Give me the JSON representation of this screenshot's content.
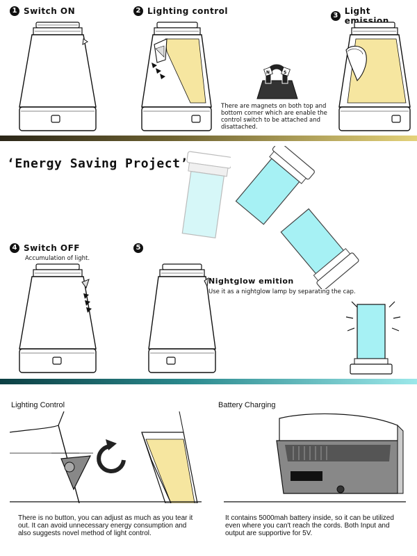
{
  "colors": {
    "top_band_start": "#2b2618",
    "top_band_end": "#e4d27a",
    "mid_band_start": "#0c3f43",
    "mid_band_end": "#9ce8ea",
    "glow_yellow": "#f6e6a0",
    "glow_cyan": "#a6f1f4"
  },
  "steps": {
    "s1": {
      "num": "1",
      "title": "Switch ON"
    },
    "s2": {
      "num": "2",
      "title": "Lighting control"
    },
    "s3": {
      "num": "3",
      "title": "Light emission"
    },
    "s4": {
      "num": "4",
      "title": "Switch OFF",
      "subtitle": "Accumulation of light."
    },
    "s5": {
      "num": "5"
    }
  },
  "magnet_note": "There are magnets on both top and bottom corner which are enable the control switch to be attached and disattached.",
  "magnet_letters": {
    "n": "N",
    "s": "S"
  },
  "project_title": "‘Energy Saving Project’",
  "nightglow": {
    "title": "Nightglow emition",
    "desc": "Use it as a nightglow lamp by separating the cap."
  },
  "bottom": {
    "left_title": "Lighting Control",
    "left_text": "There is no button, you can adjust as much as you tear it out. It can avoid  unnecessary energy consumption and also suggests novel method of light control.",
    "right_title": "Battery Charging",
    "right_text": "It contains 5000mah battery inside, so it can be utilized even where you can't reach the cords. Both Input and output are supportive for 5V."
  },
  "icons": {
    "rotate": "rotate-arrow-icon",
    "magnet": "magnet-icon",
    "arrows": "pull-arrows-icon"
  }
}
